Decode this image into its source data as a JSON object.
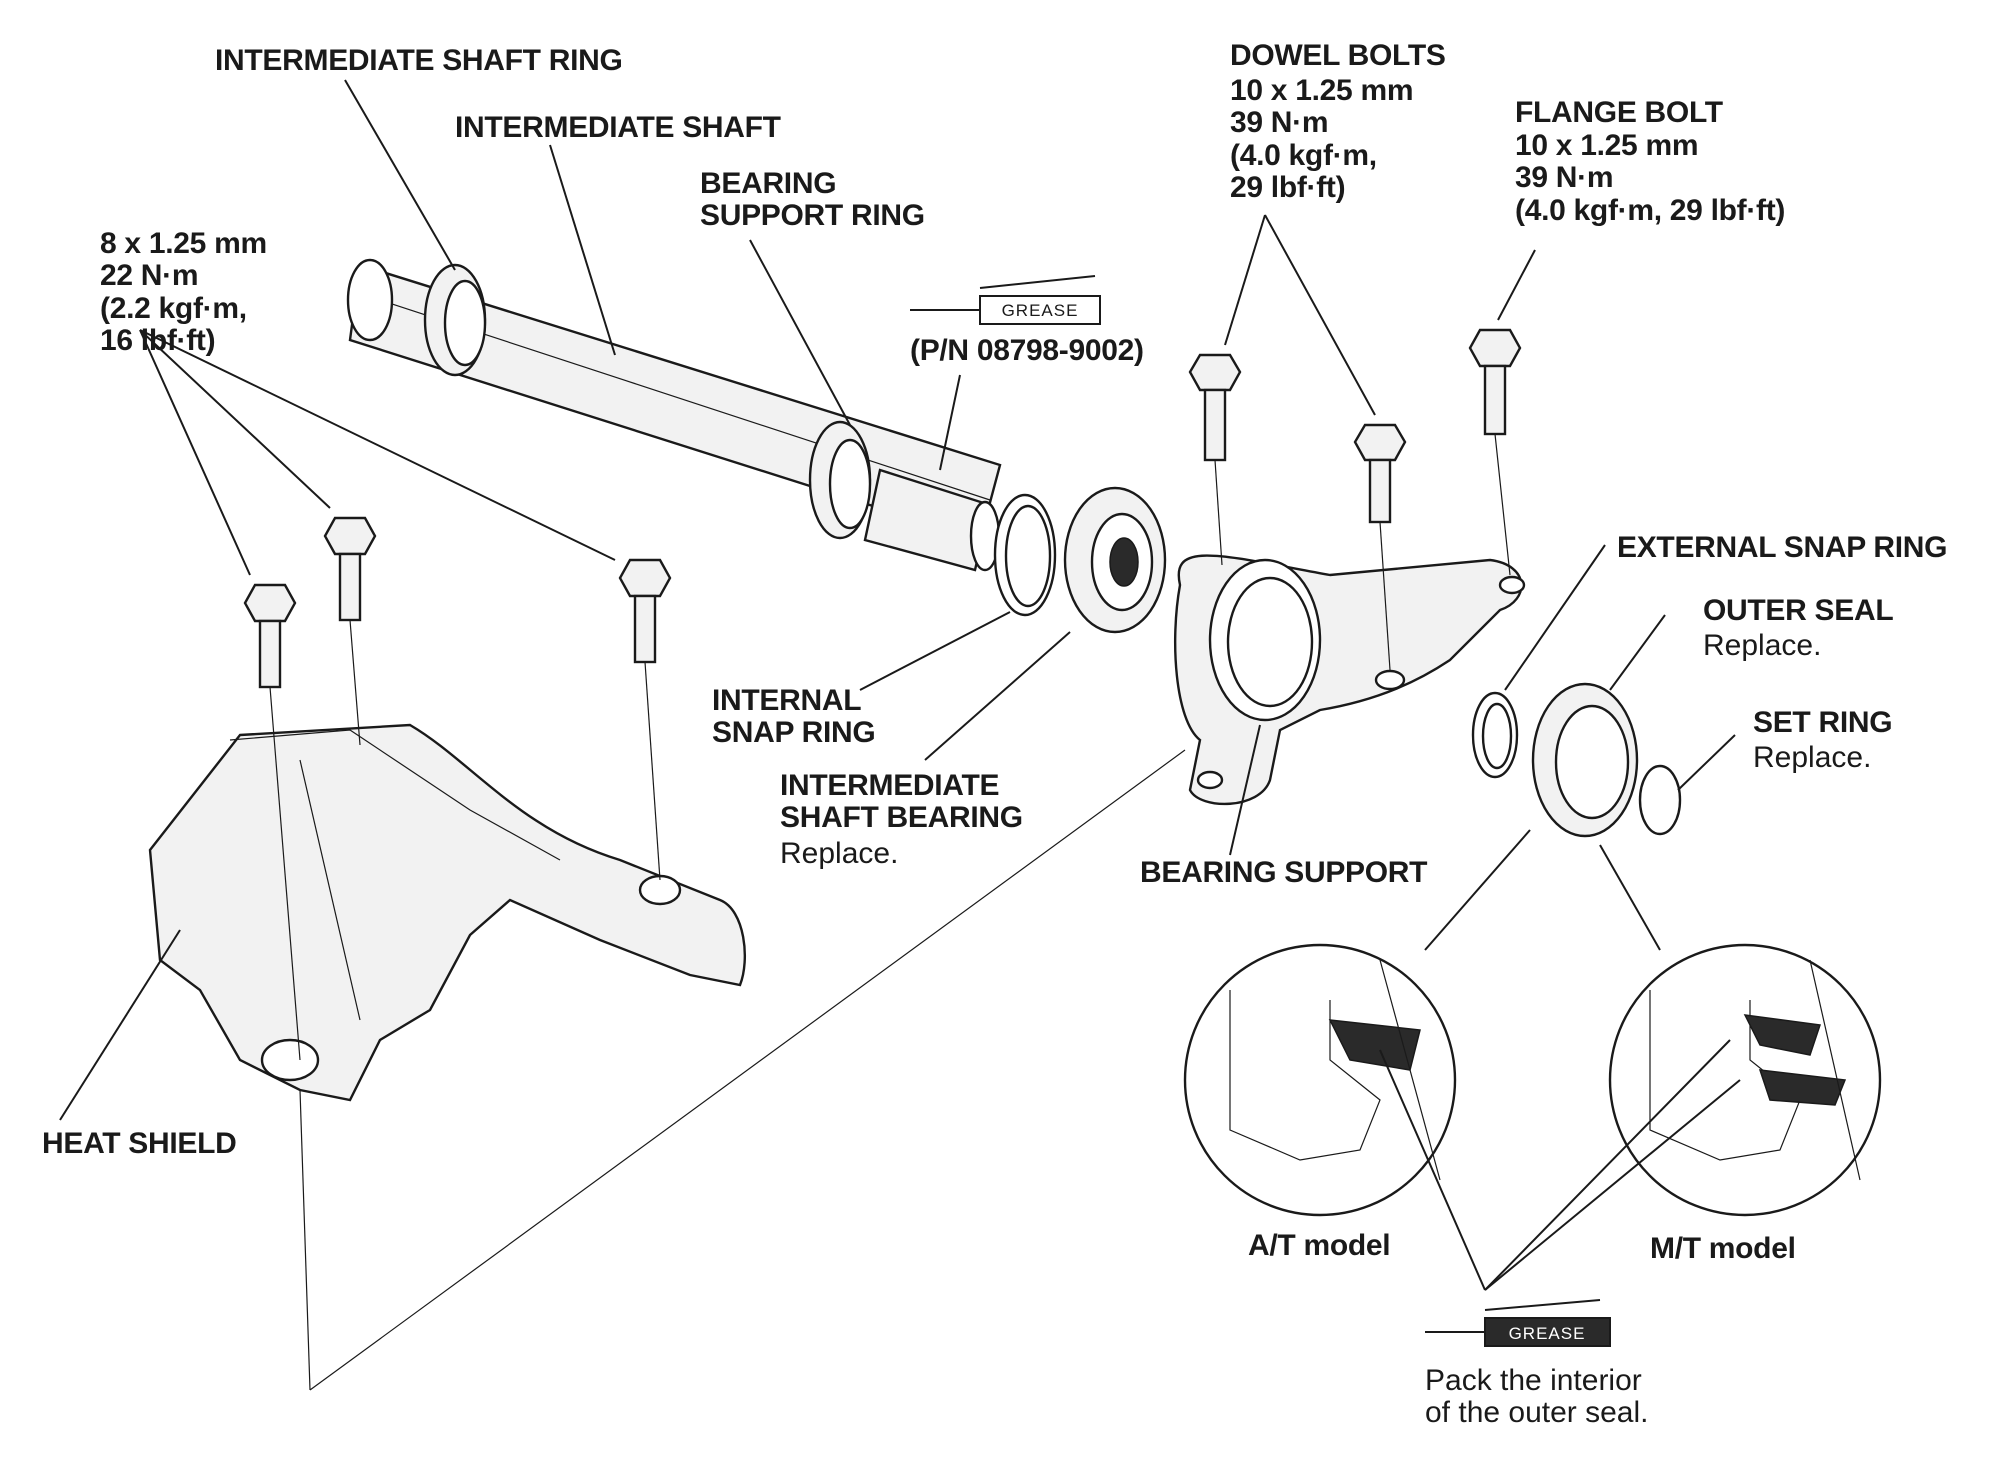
{
  "labels": {
    "intermediate_shaft_ring": "INTERMEDIATE SHAFT RING",
    "intermediate_shaft": "INTERMEDIATE SHAFT",
    "bearing_support_ring": "BEARING\nSUPPORT RING",
    "heat_shield_bolt_spec": "8 x 1.25 mm\n22 N·m\n(2.2 kgf·m,\n16 lbf·ft)",
    "grease_tag": "GREASE",
    "grease_part_number": "(P/N 08798-9002)",
    "dowel_bolts_title": "DOWEL BOLTS",
    "dowel_bolts_spec": "10 x 1.25 mm\n39 N·m\n(4.0 kgf·m,\n29 lbf·ft)",
    "flange_bolt_title": "FLANGE BOLT",
    "flange_bolt_spec": "10 x 1.25 mm\n39 N·m\n(4.0 kgf·m, 29 lbf·ft)",
    "external_snap_ring": "EXTERNAL SNAP RING",
    "outer_seal": "OUTER SEAL",
    "outer_seal_note": "Replace.",
    "set_ring": "SET RING",
    "set_ring_note": "Replace.",
    "internal_snap_ring": "INTERNAL\nSNAP RING",
    "intermediate_shaft_bearing": "INTERMEDIATE\nSHAFT BEARING",
    "intermediate_shaft_bearing_note": "Replace.",
    "bearing_support": "BEARING SUPPORT",
    "heat_shield": "HEAT SHIELD",
    "at_model": "A/T model",
    "mt_model": "M/T model",
    "grease_tag_bottom": "GREASE",
    "pack_note": "Pack the interior\nof the outer seal."
  }
}
